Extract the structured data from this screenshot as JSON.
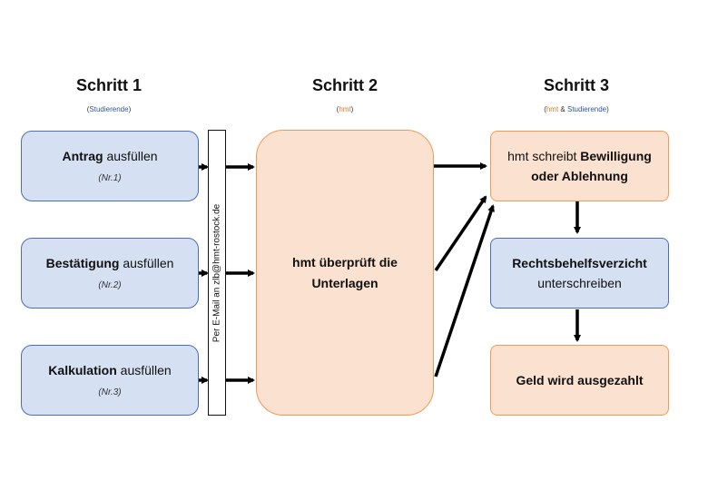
{
  "steps": [
    {
      "title": "Schritt 1",
      "sub_a": "Studierende",
      "sub_amp": "",
      "sub_b": ""
    },
    {
      "title": "Schritt 2",
      "sub_a": "hmt",
      "sub_amp": "",
      "sub_b": ""
    },
    {
      "title": "Schritt 3",
      "sub_a": "hmt",
      "sub_amp": " & ",
      "sub_b": "Studierende"
    }
  ],
  "left_boxes": [
    {
      "bold": "Antrag",
      "rest": " ausfüllen",
      "note": "(Nr.1)"
    },
    {
      "bold": "Bestätigung",
      "rest": " ausfüllen",
      "note": "(Nr.2)"
    },
    {
      "bold": "Kalkulation",
      "rest": " ausfüllen",
      "note": "(Nr.3)"
    }
  ],
  "email_label": "Per E-Mail an zlb@hmt-rostock.de",
  "center_box": {
    "line1": "hmt überprüft die",
    "line2": "Unterlagen"
  },
  "right_boxes": {
    "decision": {
      "plain": "hmt schreibt ",
      "bold1": "Bewilligung",
      "bold2": "oder Ablehnung"
    },
    "waiver": {
      "bold": "Rechtsbehelfsverzicht",
      "plain": "unterschreiben"
    },
    "payout": {
      "bold": "Geld wird ausgezahlt"
    }
  },
  "colors": {
    "blue_fill": "#d6e0f3",
    "blue_border": "#4a6fb5",
    "peach_fill": "#fbe1cf",
    "peach_border": "#ef9a5a",
    "sub_blue": "#2f5597",
    "sub_orange": "#e07b28"
  }
}
